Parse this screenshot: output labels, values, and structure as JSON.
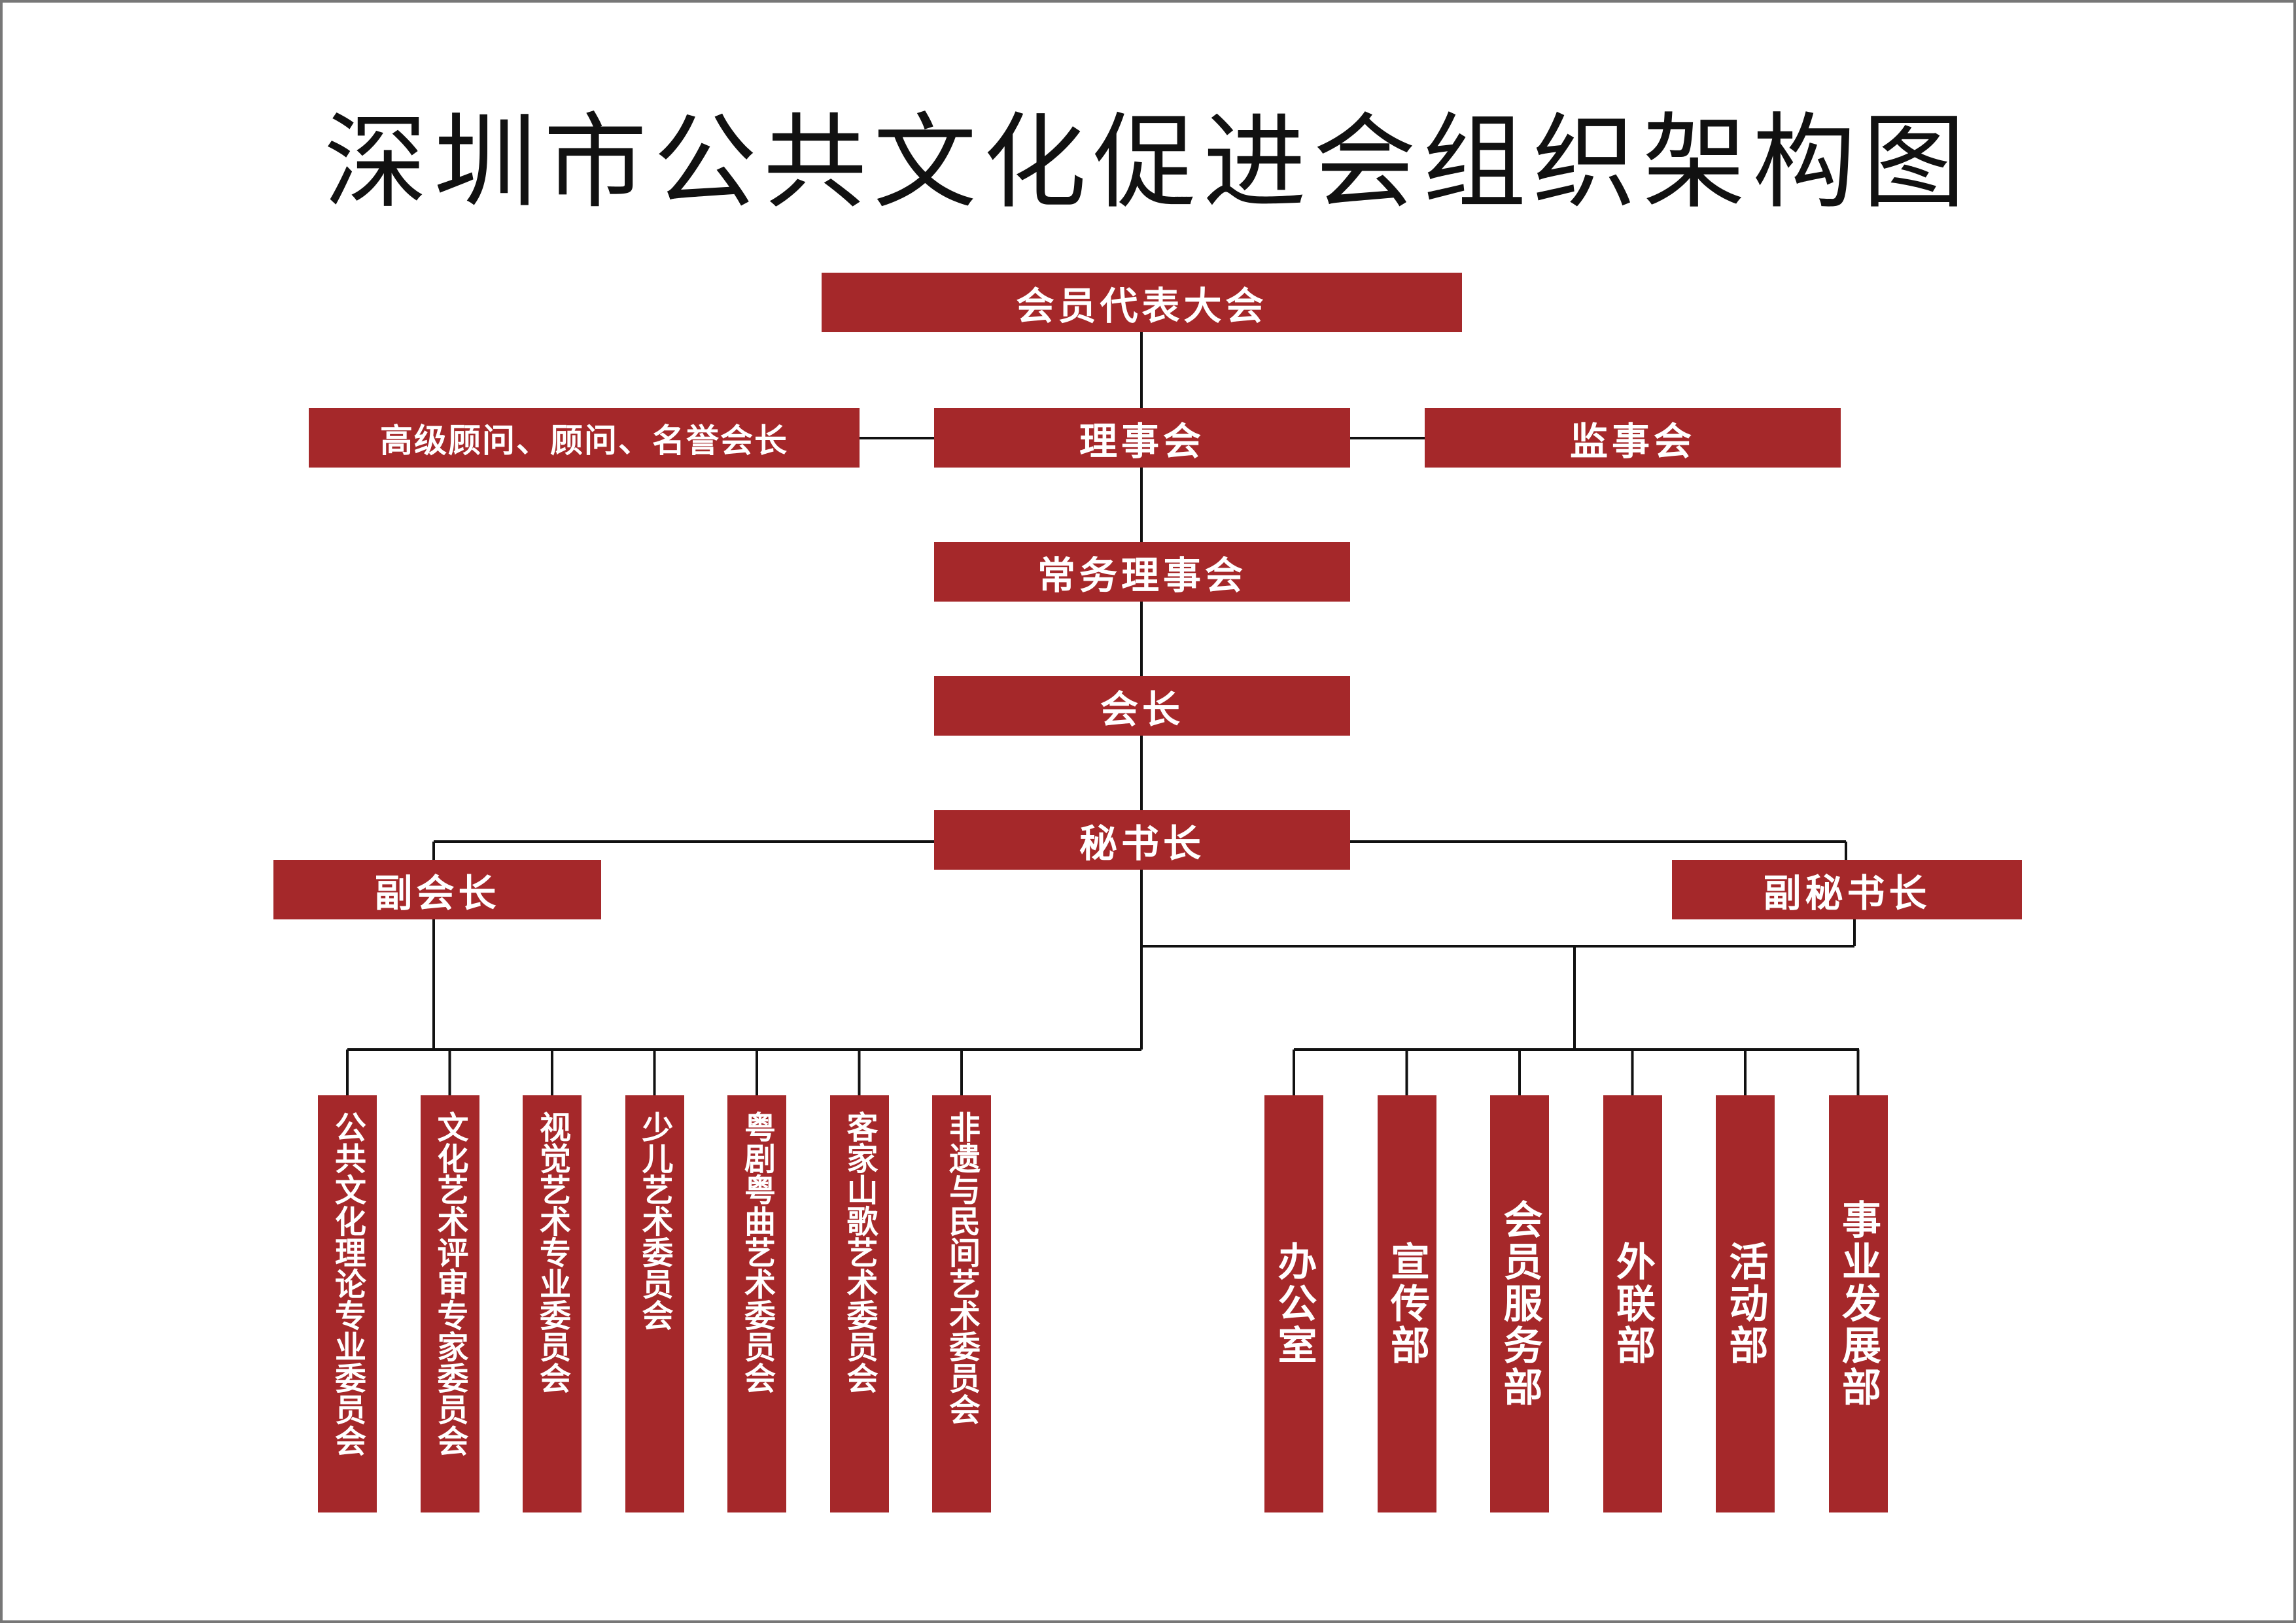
{
  "title": "深圳市公共文化促进会组织架构图",
  "colors": {
    "box": "#a5282a",
    "text": "#ffffff",
    "line": "#111111",
    "title": "#111111"
  },
  "chain": {
    "congress": "会员代表大会",
    "advisors": "高级顾问、顾问、名誉会长",
    "council": "理事会",
    "supervisors": "监事会",
    "standing_council": "常务理事会",
    "president": "会长",
    "secretary_general": "秘书长",
    "vice_president": "副会长",
    "deputy_secretary_general": "副秘书长"
  },
  "committees": [
    "公共文化理论专业委员会",
    "文化艺术评审专家委员会",
    "视觉艺术专业委员会",
    "少儿艺术委员会",
    "粤剧粤曲艺术委员会",
    "客家山歌艺术委员会",
    "非遗与民间艺术委员会"
  ],
  "departments": [
    "办公室",
    "宣传部",
    "会员服务部",
    "外联部",
    "活动部",
    "事业发展部"
  ]
}
